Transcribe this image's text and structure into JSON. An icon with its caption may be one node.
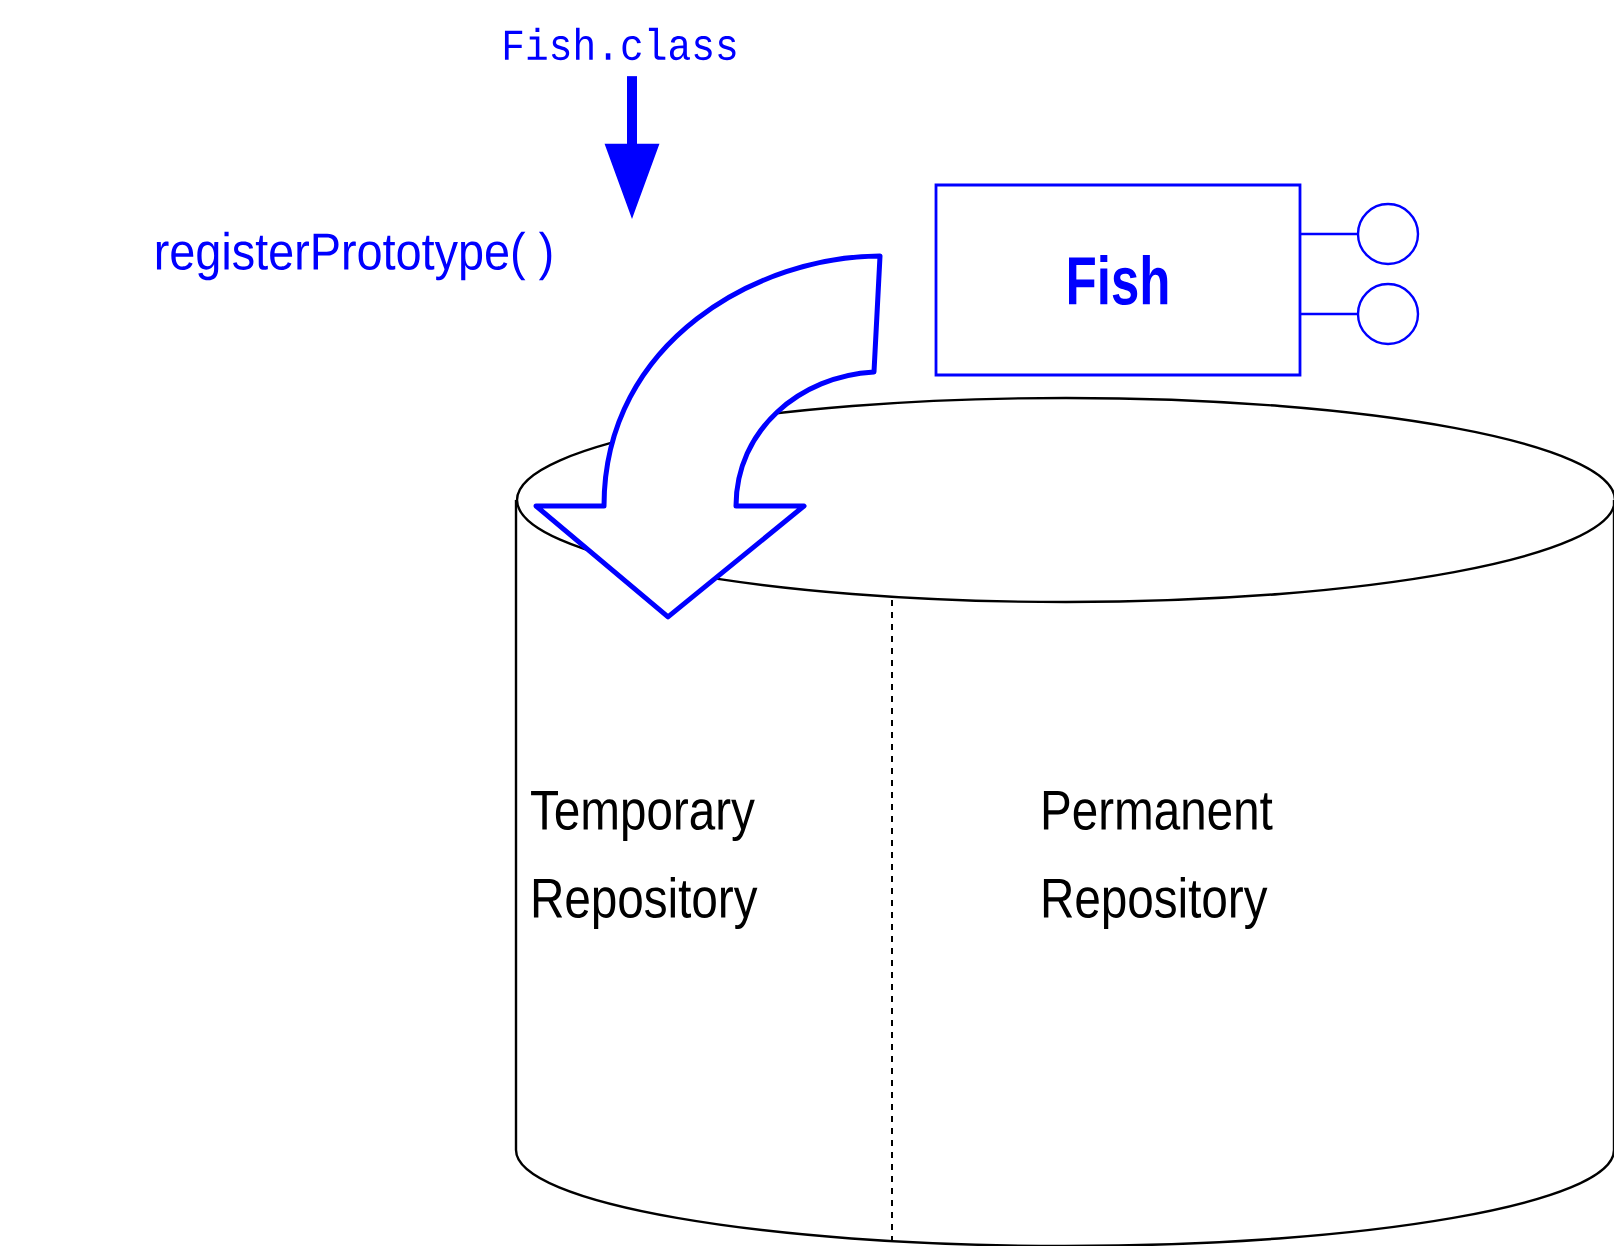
{
  "diagram": {
    "nodes": [
      {
        "text": [
          "Fish.class"
        ]
      },
      {
        "text": [
          "registerPrototype( )"
        ]
      },
      {
        "text": [
          "Fish"
        ]
      },
      {
        "text": [],
        "shape": "cylinder"
      },
      {
        "text": [
          "Temporary Repository"
        ],
        "in": 3
      },
      {
        "text": [
          "Permanent Repository"
        ],
        "in": 3
      }
    ],
    "edges": [
      {
        "from": 0,
        "to": 1,
        "arrow": "to"
      },
      {
        "from": 2,
        "to": 4,
        "arrow": "to"
      }
    ]
  }
}
